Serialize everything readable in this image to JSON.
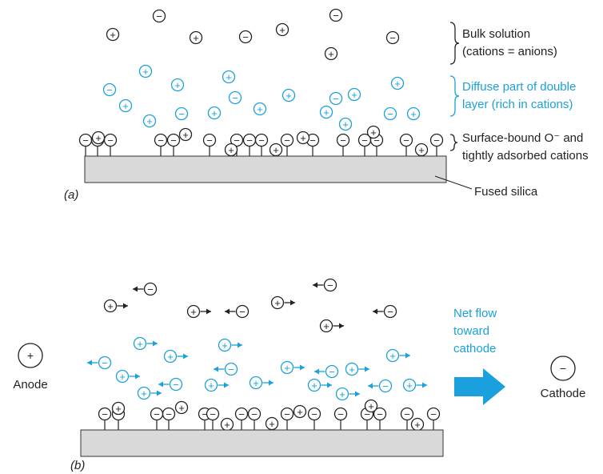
{
  "panel_a": {
    "tag": "(a)",
    "bulk_label_1": "Bulk solution",
    "bulk_label_2": "(cations = anions)",
    "diffuse_label_1": "Diffuse part of double",
    "diffuse_label_2": "layer (rich in cations)",
    "surface_label_1": "Surface-bound O⁻ and",
    "surface_label_2": "tightly adsorbed cations",
    "silica_label": "Fused silica"
  },
  "panel_b": {
    "tag": "(b)",
    "anode_label": "Anode",
    "anode_symbol": "+",
    "cathode_label": "Cathode",
    "cathode_symbol": "−",
    "flow_label_1": "Net flow",
    "flow_label_2": "toward",
    "flow_label_3": "cathode"
  },
  "symbols": {
    "plus": "+",
    "minus": "−"
  },
  "colors": {
    "black": "#222222",
    "blue": "#1aa0dc",
    "silica": "#d9d9d9"
  }
}
